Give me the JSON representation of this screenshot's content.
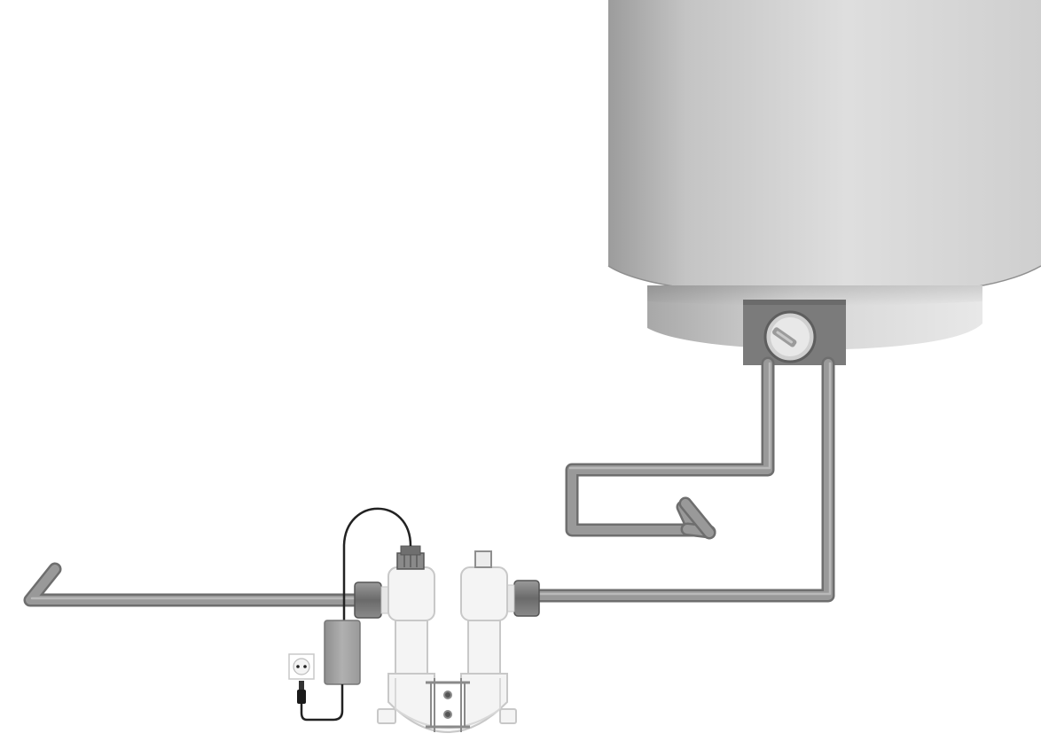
{
  "diagram": {
    "kind": "water heater with UV sterilizer installation",
    "components": [
      {
        "id": "water-heater-tank",
        "icon": "cylinder-tank-icon"
      },
      {
        "id": "tank-base-ring",
        "icon": "tank-collar-icon"
      },
      {
        "id": "thermostat-dial",
        "icon": "dial-icon"
      },
      {
        "id": "cold-inlet-pipe",
        "icon": "pipe-icon"
      },
      {
        "id": "hot-outlet-pipe",
        "icon": "pipe-icon"
      },
      {
        "id": "uv-sterilizer-unit",
        "icon": "uv-chamber-icon"
      },
      {
        "id": "power-adapter",
        "icon": "power-adapter-icon"
      },
      {
        "id": "wall-socket",
        "icon": "wall-socket-icon"
      },
      {
        "id": "power-plug",
        "icon": "plug-icon"
      }
    ],
    "colors": {
      "background": "#ffffff",
      "tank_light": "#dcdcdc",
      "tank_dark": "#9c9c9c",
      "pipe": "#8a8a8a",
      "pipe_highlight": "#b4b4b4",
      "fitting": "#6f6f6f",
      "uv_body": "#f4f4f4",
      "uv_outline": "#c8c8c8",
      "adapter": "#a3a3a3",
      "cable": "#222222",
      "dial_face": "#e8e8e8"
    }
  }
}
